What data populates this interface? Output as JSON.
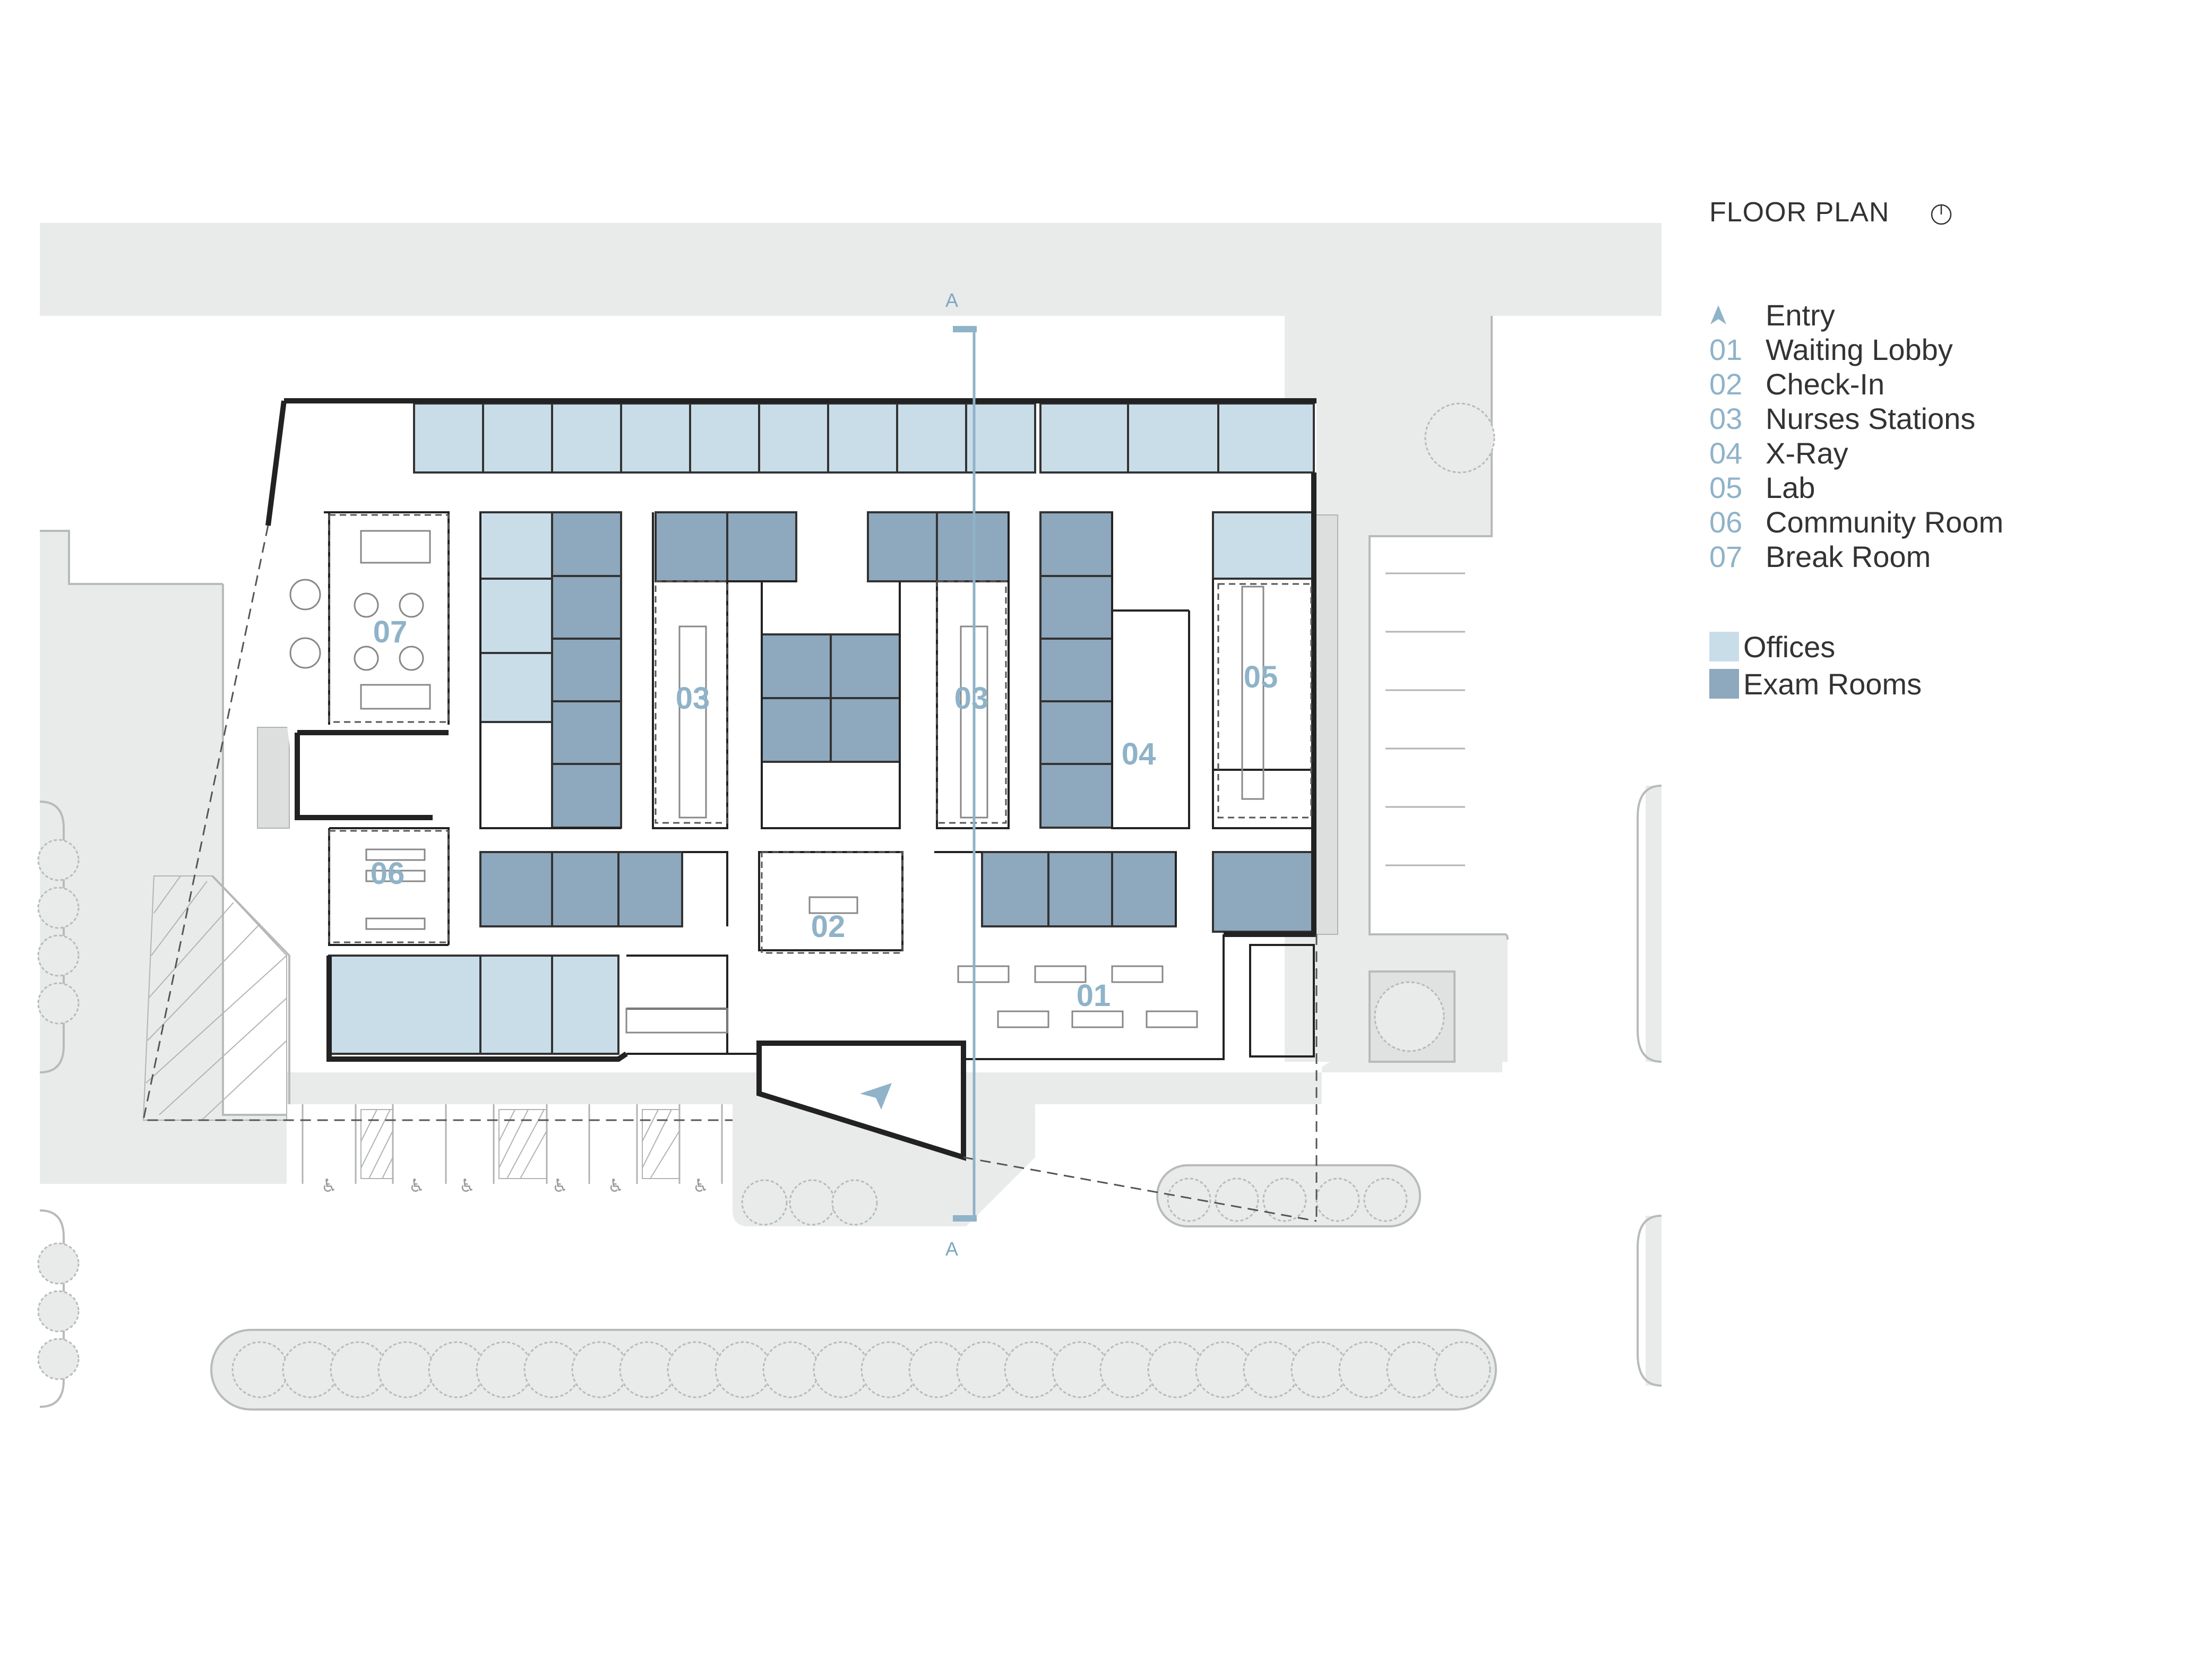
{
  "legend": {
    "title": "FLOOR PLAN",
    "north_icon": "north-arrow-icon",
    "entry_icon": "entry-arrow-icon",
    "entry_label": "Entry",
    "items": [
      {
        "num": "01",
        "label": "Waiting Lobby"
      },
      {
        "num": "02",
        "label": "Check-In"
      },
      {
        "num": "03",
        "label": "Nurses Stations"
      },
      {
        "num": "04",
        "label": "X-Ray"
      },
      {
        "num": "05",
        "label": "Lab"
      },
      {
        "num": "06",
        "label": "Community Room"
      },
      {
        "num": "07",
        "label": "Break Room"
      }
    ],
    "swatches": [
      {
        "label": "Offices",
        "color": "#c9dde9"
      },
      {
        "label": "Exam Rooms",
        "color": "#8ea8bd"
      }
    ]
  },
  "plan": {
    "section_letter": "A",
    "room_labels": [
      "01",
      "02",
      "03",
      "03",
      "04",
      "05",
      "06",
      "07"
    ]
  },
  "colors": {
    "site": "#e9ebea",
    "office": "#c9dde9",
    "exam": "#8ea8bd",
    "wall": "#222222",
    "accent": "#8fb3c8"
  }
}
